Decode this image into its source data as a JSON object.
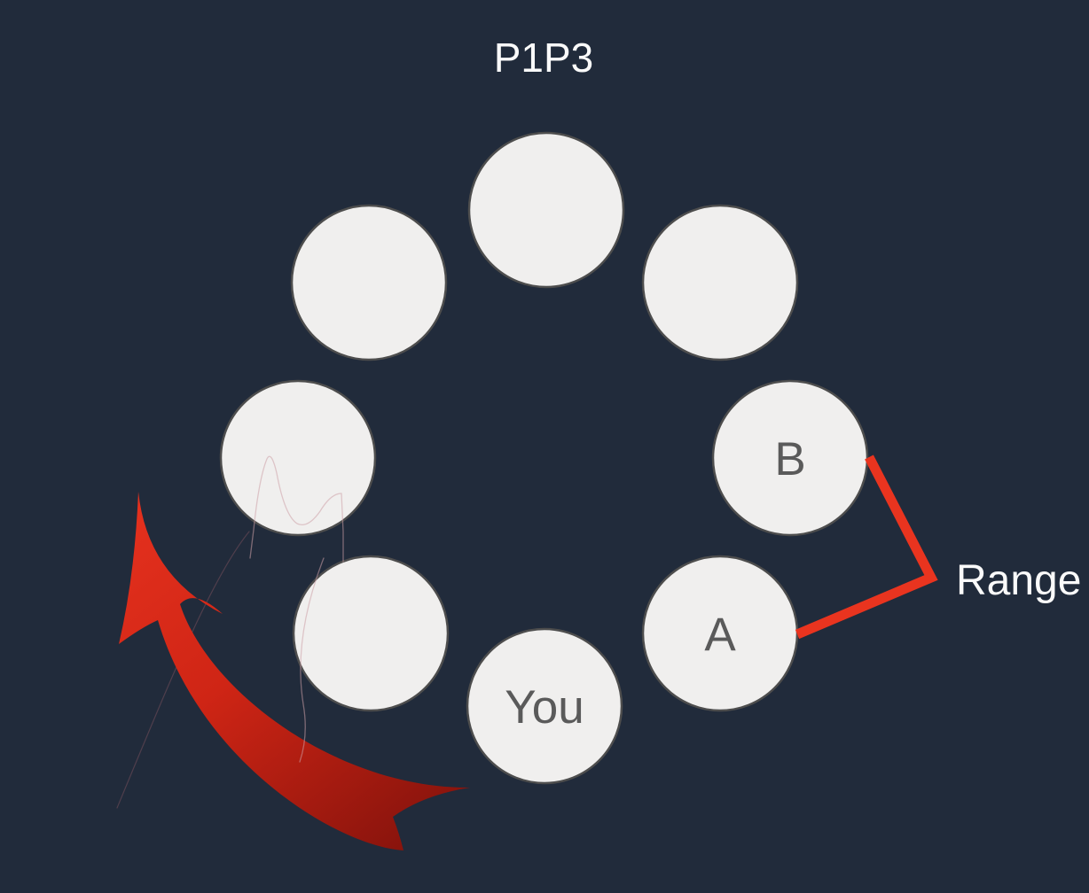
{
  "title": "P1P3",
  "ring": {
    "node_labels": {
      "b": "B",
      "a": "A",
      "you": "You"
    }
  },
  "annotation": {
    "range_label": "Range"
  },
  "colors": {
    "background": "#212b3b",
    "node_fill": "#f0efee",
    "node_border": "#4d4d4d",
    "node_text": "#5a5a5a",
    "text_white": "#fafafa",
    "bracket_red": "#e9341f",
    "arrow_head_red": "#e5311e",
    "arrow_mid_red": "#cf2515",
    "arrow_tail_red": "#86130c"
  }
}
